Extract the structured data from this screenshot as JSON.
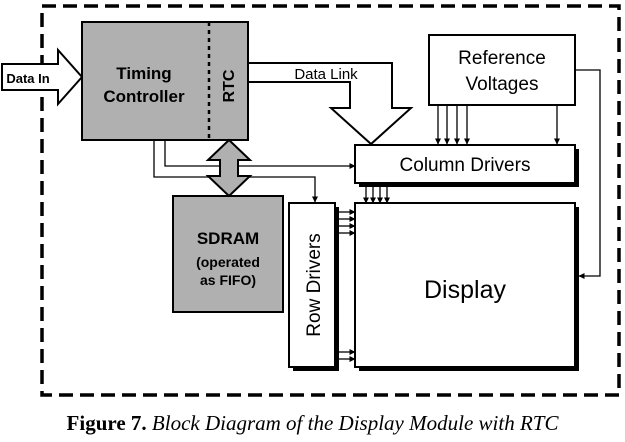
{
  "diagram": {
    "input_label": "Data In",
    "timing_controller": {
      "line1": "Timing",
      "line2": "Controller"
    },
    "rtc_label": "RTC",
    "data_link_label": "Data Link",
    "reference_voltages": {
      "line1": "Reference",
      "line2": "Voltages"
    },
    "column_drivers_label": "Column Drivers",
    "sdram": {
      "line1": "SDRAM",
      "line2": "(operated",
      "line3": "as FIFO)"
    },
    "row_drivers_label": "Row Drivers",
    "display_label": "Display"
  },
  "caption": {
    "label": "Figure 7.",
    "text": "Block Diagram of the Display Module with RTC"
  },
  "colors": {
    "block_gray": "#b0b0b0",
    "stroke": "#000000",
    "background": "#ffffff"
  }
}
